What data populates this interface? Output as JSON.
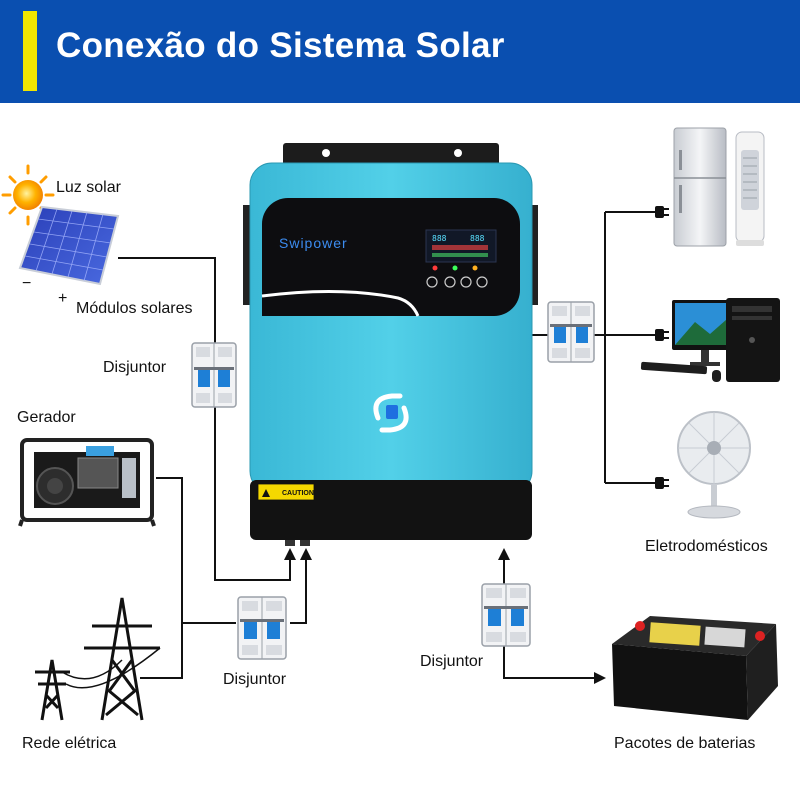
{
  "header": {
    "title": "Conexão do Sistema Solar"
  },
  "labels": {
    "sunlight": "Luz solar",
    "solar_modules": "Módulos solares",
    "minus_sign": "−",
    "plus_sign": "+",
    "breaker_pv": "Disjuntor",
    "generator": "Gerador",
    "breaker_grid": "Disjuntor",
    "grid": "Rede elétrica",
    "breaker_battery": "Disjuntor",
    "battery_packs": "Pacotes de baterias",
    "appliances": "Eletrodomésticos"
  },
  "inverter": {
    "brand": "Swipower",
    "caution": "CAUTION",
    "display_digits_left": "888",
    "display_digits_right": "888"
  },
  "colors": {
    "header_bg": "#0a4fb0",
    "header_accent": "#f2e600",
    "inverter_body": "#45c6e0",
    "breaker_toggle": "#1e7fd6",
    "wire": "#111111"
  }
}
